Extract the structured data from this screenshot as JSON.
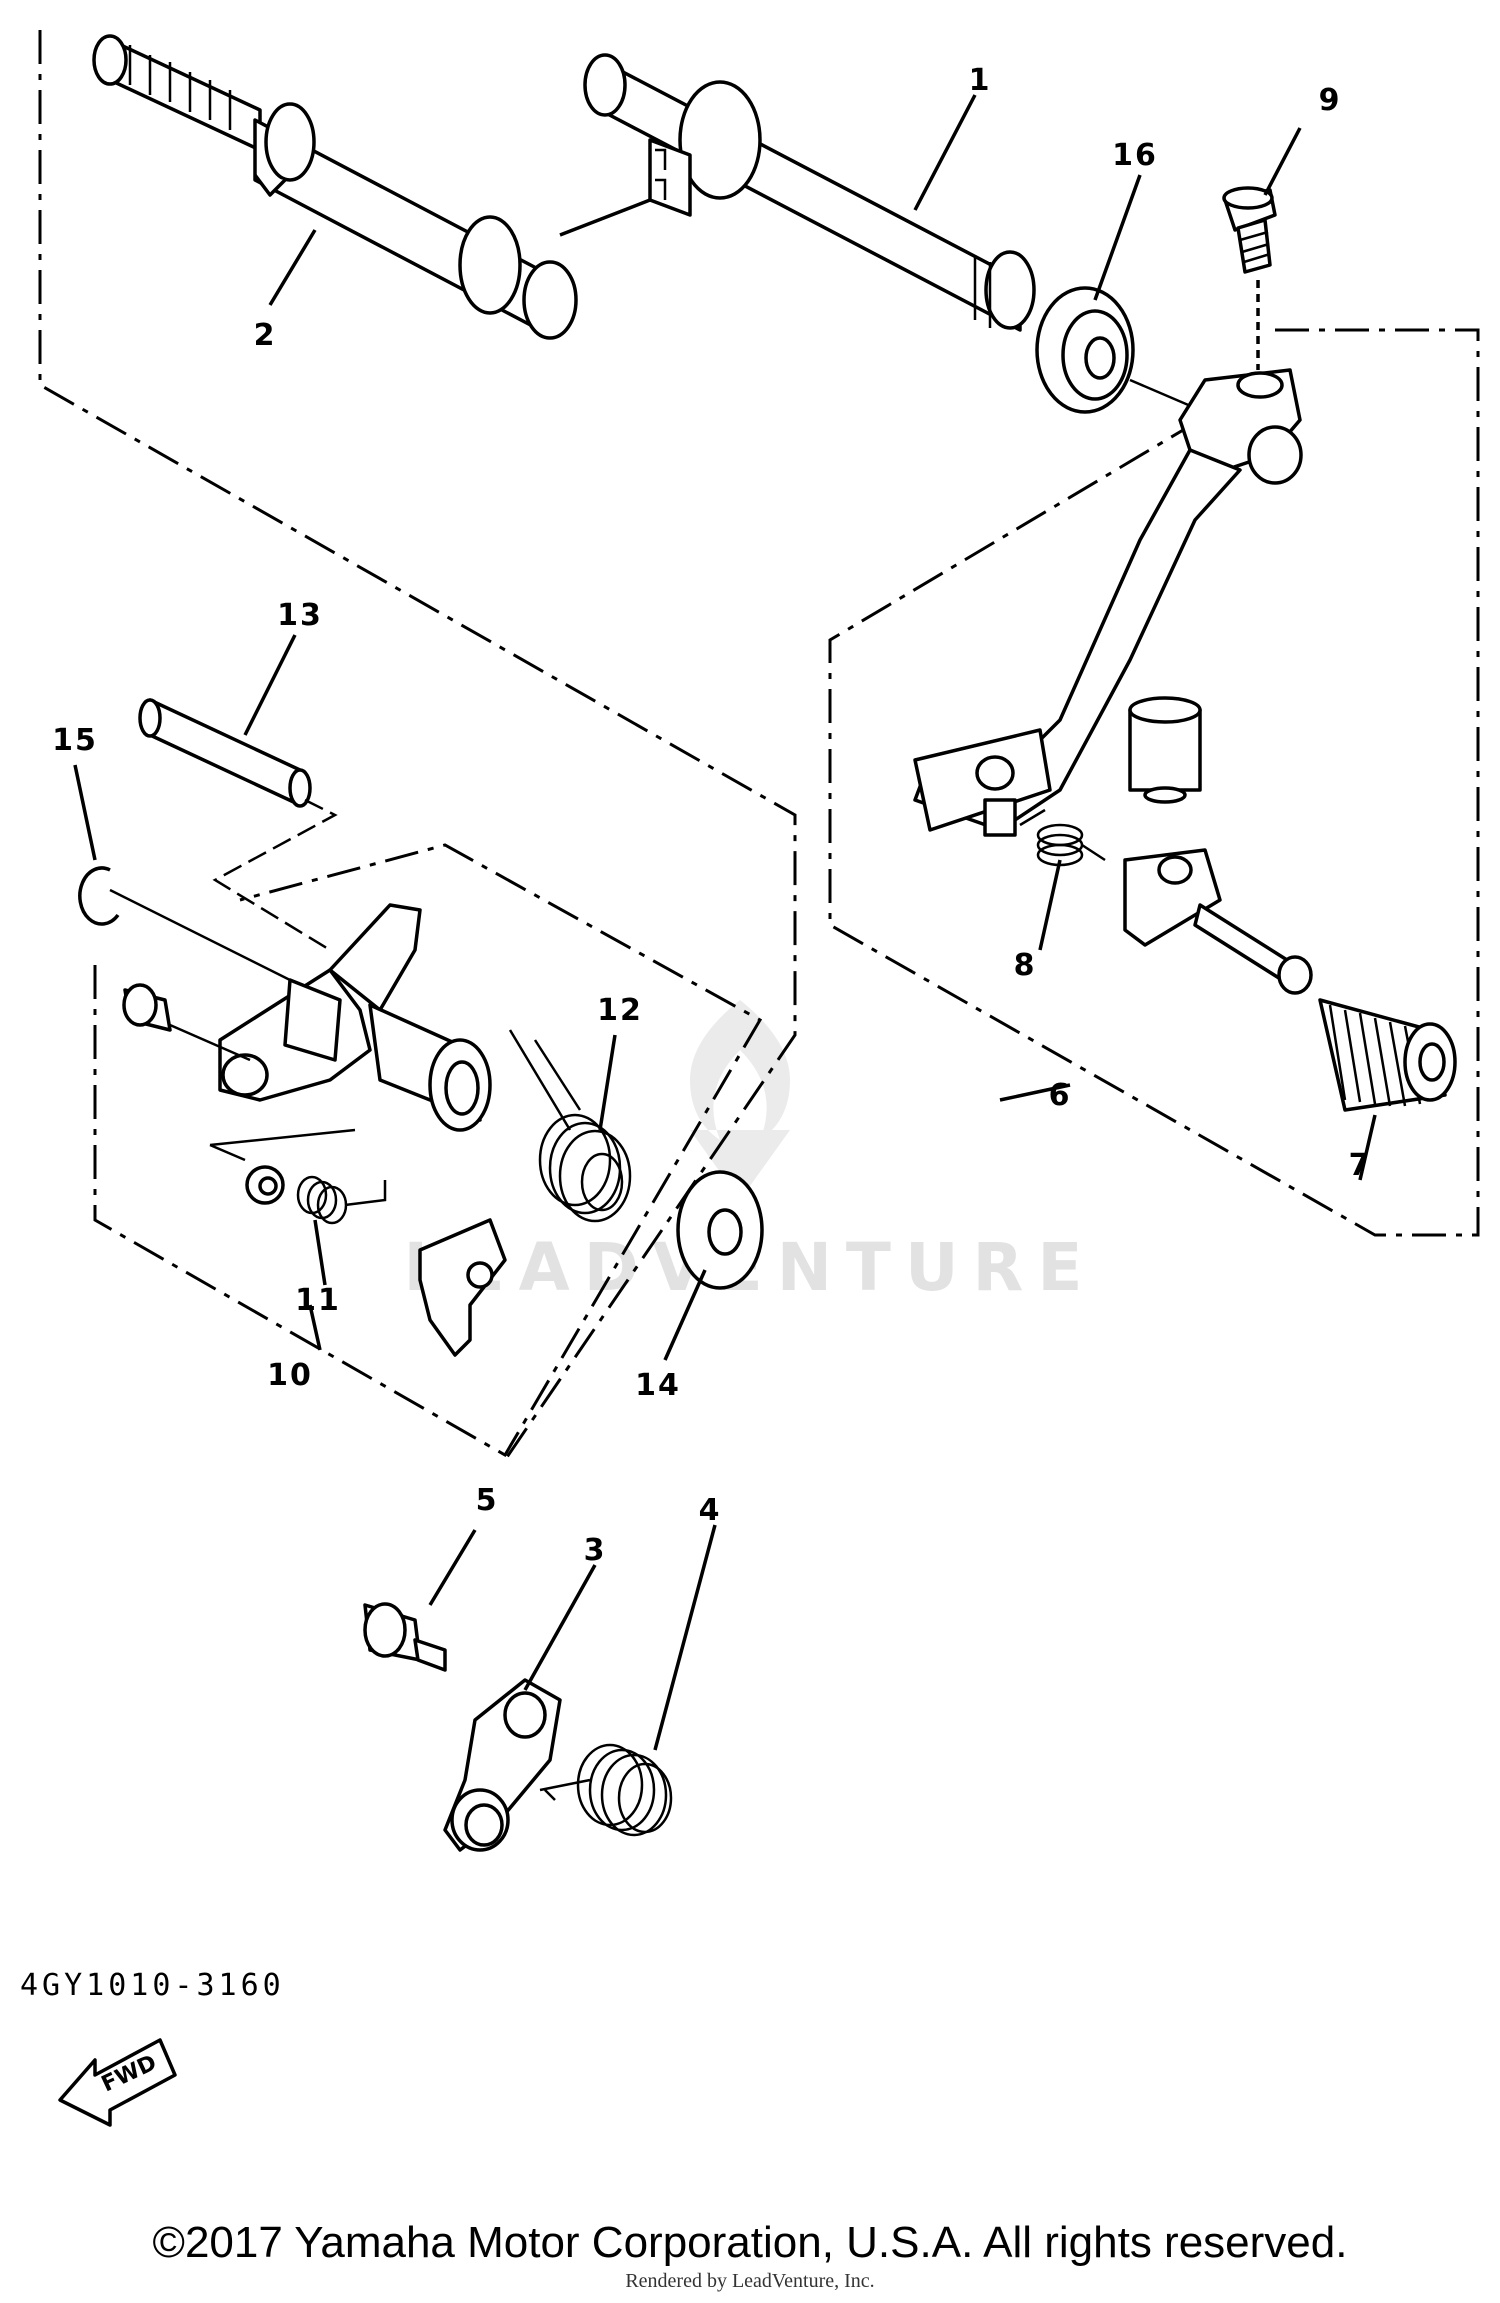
{
  "diagram": {
    "callouts": [
      {
        "id": "1",
        "label": "1"
      },
      {
        "id": "2",
        "label": "2"
      },
      {
        "id": "3",
        "label": "3"
      },
      {
        "id": "4",
        "label": "4"
      },
      {
        "id": "5",
        "label": "5"
      },
      {
        "id": "6",
        "label": "6"
      },
      {
        "id": "7",
        "label": "7"
      },
      {
        "id": "8",
        "label": "8"
      },
      {
        "id": "9",
        "label": "9"
      },
      {
        "id": "10",
        "label": "10"
      },
      {
        "id": "11",
        "label": "11"
      },
      {
        "id": "12",
        "label": "12"
      },
      {
        "id": "13",
        "label": "13"
      },
      {
        "id": "14",
        "label": "14"
      },
      {
        "id": "15",
        "label": "15"
      },
      {
        "id": "16",
        "label": "16"
      }
    ],
    "fwd_label": "FWD",
    "diagram_code": "4GY1010-3160"
  },
  "watermark": {
    "text": "LEADVENTURE"
  },
  "footer": {
    "copyright": "©2017 Yamaha Motor Corporation, U.S.A. All rights reserved.",
    "rendered_by": "Rendered by LeadVenture, Inc."
  }
}
